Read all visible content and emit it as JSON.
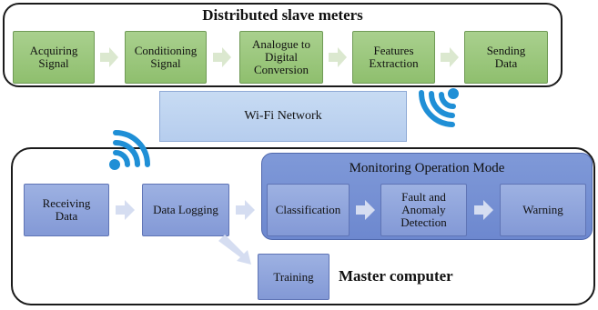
{
  "slave_panel": {
    "title": "Distributed slave meters",
    "steps": [
      {
        "lines": [
          "Acquiring",
          "Signal"
        ]
      },
      {
        "lines": [
          "Conditioning",
          "Signal"
        ]
      },
      {
        "lines": [
          "Analogue to",
          "Digital",
          "Conversion"
        ]
      },
      {
        "lines": [
          "Features",
          "Extraction"
        ]
      },
      {
        "lines": [
          "Sending",
          "Data"
        ]
      }
    ]
  },
  "network": {
    "label": "Wi-Fi Network"
  },
  "master_panel": {
    "title": "Master computer",
    "receiving": {
      "lines": [
        "Receiving",
        "Data"
      ]
    },
    "logging": "Data Logging",
    "training": "Training",
    "monitoring": {
      "title": "Monitoring Operation Mode",
      "classification": "Classification",
      "fault": {
        "lines": [
          "Fault and",
          "Anomaly",
          "Detection"
        ]
      },
      "warning": "Warning"
    }
  },
  "colors": {
    "slave_box": "#a9d08e",
    "master_box": "#9db1e2",
    "monitor_panel": "#7f99d8",
    "wifi_signal": "#1f8fd6"
  },
  "icons": [
    "wifi-signal-icon",
    "wifi-signal-icon"
  ]
}
